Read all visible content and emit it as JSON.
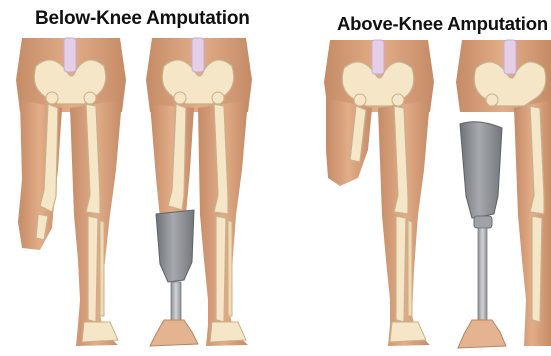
{
  "panels": {
    "below_knee": {
      "title": "Below-Knee Amputation"
    },
    "above_knee": {
      "title": "Above-Knee Amputation"
    }
  },
  "colors": {
    "background": "#ffffff",
    "skin": "#d9a27c",
    "skin_shadow": "#c08866",
    "bone": "#f4e6c6",
    "bone_outline": "#c9b08a",
    "prosthetic_socket": "#8f9296",
    "prosthetic_pylon": "#b8bbbf",
    "spine_tint": "#c9a9d8",
    "title_text": "#111111"
  },
  "icons": [
    "pelvis-bone",
    "femur-bone",
    "tibia-bone",
    "prosthetic-socket",
    "prosthetic-pylon",
    "prosthetic-foot"
  ]
}
